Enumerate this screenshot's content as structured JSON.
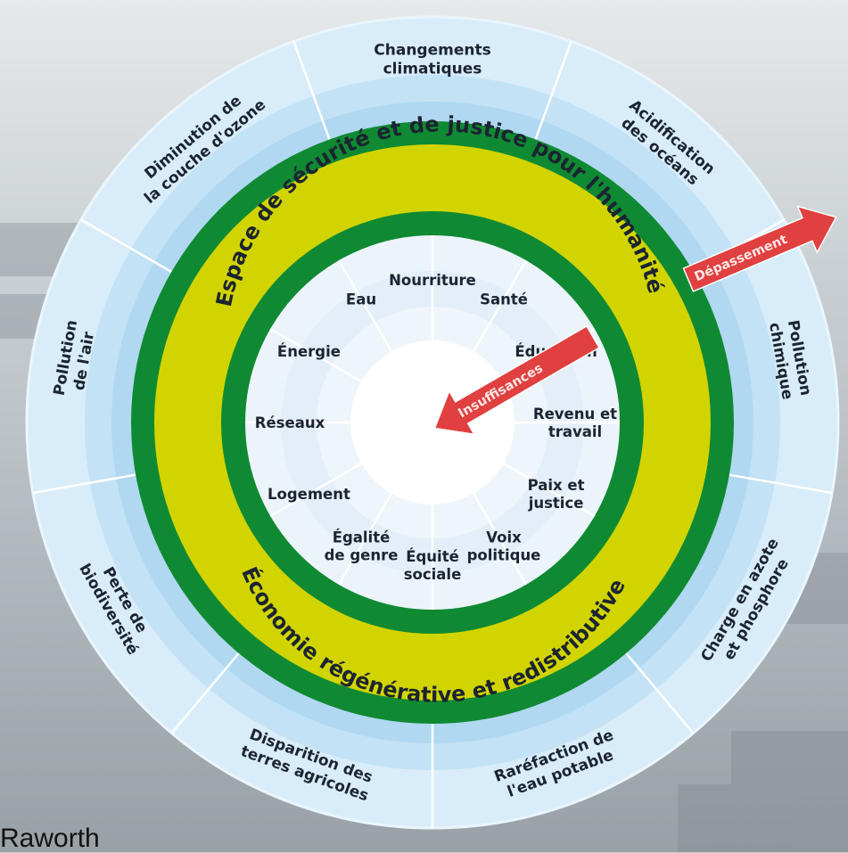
{
  "colors": {
    "outer_ring": "#d8edf9",
    "outer_band_1": "#c3e2f5",
    "outer_band_2": "#b0d8f1",
    "green": "#0f8a33",
    "yellow": "#d2d400",
    "inner_band_light": "#ecf4fb",
    "inner_band_mid": "#dce9f5",
    "arrow_red": "#e0403f"
  },
  "ecological_ceiling": {
    "segments": [
      {
        "lines": [
          "Changements",
          "climatiques"
        ]
      },
      {
        "lines": [
          "Acidification",
          "des océans"
        ]
      },
      {
        "lines": [
          "Pollution",
          "chimique"
        ]
      },
      {
        "lines": [
          "Charge en azote",
          "et phosphore"
        ]
      },
      {
        "lines": [
          "Raréfaction de",
          "l'eau potable"
        ]
      },
      {
        "lines": [
          "Disparition des",
          "terres agricoles"
        ]
      },
      {
        "lines": [
          "Perte de",
          "biodiversité"
        ]
      },
      {
        "lines": [
          "Pollution",
          "de l'air"
        ]
      },
      {
        "lines": [
          "Diminution de",
          "la couche d'ozone"
        ]
      }
    ]
  },
  "social_foundation": {
    "segments": [
      {
        "lines": [
          "Nourriture"
        ]
      },
      {
        "lines": [
          "Santé"
        ]
      },
      {
        "lines": [
          "Éducation"
        ]
      },
      {
        "lines": [
          "Revenu et",
          "travail"
        ]
      },
      {
        "lines": [
          "Paix et",
          "justice"
        ]
      },
      {
        "lines": [
          "Voix",
          "politique"
        ]
      },
      {
        "lines": [
          "Équité",
          "sociale"
        ]
      },
      {
        "lines": [
          "Égalité",
          "de genre"
        ]
      },
      {
        "lines": [
          "Logement"
        ]
      },
      {
        "lines": [
          "Réseaux"
        ]
      },
      {
        "lines": [
          "Énergie"
        ]
      },
      {
        "lines": [
          "Eau"
        ]
      }
    ]
  },
  "ring_labels": {
    "top": "Espace de sécurité et de justice pour l'humanité",
    "bottom": "Économie régénérative et redistributive"
  },
  "arrows": {
    "overshoot": "Dépassement",
    "shortfall": "Insuffisances"
  },
  "corner_text": "Raworth"
}
